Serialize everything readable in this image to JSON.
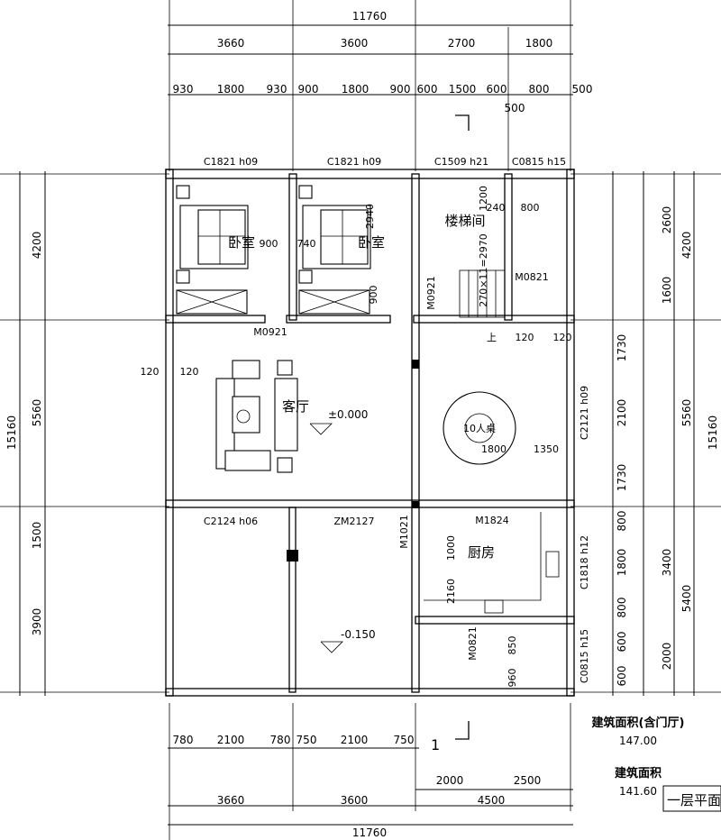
{
  "dimensions": {
    "top_total": "11760",
    "top_row1": [
      "3660",
      "3600",
      "2700",
      "1800"
    ],
    "top_row2": [
      "930",
      "1800",
      "930",
      "900",
      "1800",
      "900",
      "600",
      "1500",
      "600",
      "800",
      "500"
    ],
    "top_extra": "500",
    "bottom_row1": [
      "780",
      "2100",
      "780",
      "750",
      "2100",
      "750"
    ],
    "bottom_row2": [
      "2000",
      "2500"
    ],
    "bottom_row3": [
      "3660",
      "3600",
      "4500"
    ],
    "bottom_total": "11760",
    "left_total": "15160",
    "left_segments": [
      "4200",
      "5560",
      "1500",
      "3900"
    ],
    "right_total": "15160",
    "right_segments": [
      "4200",
      "5560",
      "5400"
    ],
    "right_inner": [
      "2600",
      "1600",
      "1730",
      "2100",
      "1730",
      "800",
      "1800",
      "800",
      "600",
      "600"
    ],
    "right_inner2": [
      "3400",
      "2000"
    ]
  },
  "labels": {
    "windows": [
      "C1821 h09",
      "C1821 h09",
      "C1509 h21",
      "C0815 h15",
      "C2124 h06",
      "C2121 h09",
      "C1818 h12",
      "C0815 h15"
    ],
    "doors": [
      "M0921",
      "M0921",
      "M0821",
      "ZM2127",
      "M1021",
      "M1824",
      "M0821"
    ],
    "inner": [
      "900",
      "2940",
      "740",
      "900",
      "240",
      "800",
      "1200",
      "270×11=2970",
      "120",
      "120",
      "120",
      "120",
      "1800",
      "1350",
      "1000",
      "2160",
      "850",
      "960"
    ],
    "elev_floor": "±0.000",
    "elev_porch": "-0.150",
    "stairs_up": "上",
    "table": "10人桌",
    "section_mark": "1"
  },
  "rooms": {
    "bedroom_left": "卧室",
    "bedroom_right": "卧室",
    "stairwell": "楼梯间",
    "living": "客厅",
    "kitchen": "厨房"
  },
  "area": {
    "label1": "建筑面积(含门厅)",
    "value1": "147.00",
    "label2": "建筑面积",
    "value2": "141.60"
  },
  "plan_title": "一层平面"
}
